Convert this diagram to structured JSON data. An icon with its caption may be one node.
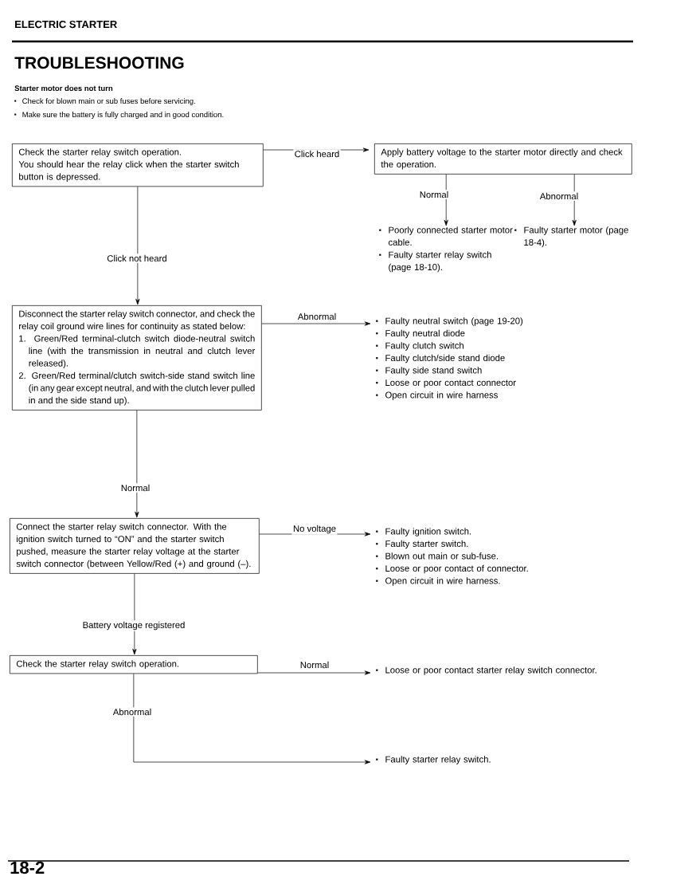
{
  "diagram": {
    "title": "TROUBLESHOOTING",
    "nodes": [
      {
        "text": [
          "Check the starter relay switch operation.",
          "You should hear the relay click when the starter switch button is depressed."
        ]
      },
      {
        "text": [
          "Apply battery voltage to the starter motor directly and check the operation."
        ]
      },
      {
        "text": [
          "Poorly connected starter motor cable.",
          "Faulty starter relay switch (page 18-10)."
        ]
      },
      {
        "text": [
          "Faulty starter motor (page 18-4)."
        ]
      },
      {
        "text": [
          "Disconnect the starter relay switch connector, and check the relay coil ground wire lines for continuity as stated below:",
          "1. Green/Red terminal-clutch switch diode-neutral switch line (with the transmission in neutral and clutch lever released).",
          "2. Green/Red terminal/clutch switch-side stand switch line (in any gear except neutral, and with the clutch lever pulled in and the side stand up)."
        ]
      },
      {
        "text": [
          "Faulty neutral switch (page 19-20)",
          "Faulty neutral diode",
          "Faulty clutch switch",
          "Faulty clutch/side stand diode",
          "Faulty side stand switch",
          "Loose or poor contact connector",
          "Open circuit in wire harness"
        ]
      },
      {
        "text": [
          "Connect the starter relay switch connector. With the ignition switch turned to “ON” and the starter switch pushed, measure the starter relay voltage at the starter switch connector (between Yellow/Red (+) and ground (–)."
        ]
      },
      {
        "text": [
          "Faulty ignition switch.",
          "Faulty starter switch.",
          "Blown out main or sub-fuse.",
          "Loose or poor contact of connector.",
          "Open circuit in wire harness."
        ]
      },
      {
        "text": [
          "Check the starter relay switch operation."
        ]
      },
      {
        "text": [
          "Loose or poor contact starter relay switch connector."
        ]
      },
      {
        "text": [
          "Faulty starter relay switch."
        ]
      }
    ],
    "edges": [
      {
        "from": 0,
        "to": 1,
        "arrow": "to",
        "label": "Click heard"
      },
      {
        "from": 1,
        "to": 2,
        "arrow": "to",
        "label": "Normal"
      },
      {
        "from": 1,
        "to": 3,
        "arrow": "to",
        "label": "Abnormal"
      },
      {
        "from": 0,
        "to": 4,
        "arrow": "to",
        "label": "Click not heard"
      },
      {
        "from": 4,
        "to": 5,
        "arrow": "to",
        "label": "Abnormal"
      },
      {
        "from": 4,
        "to": 6,
        "arrow": "to",
        "label": "Normal"
      },
      {
        "from": 6,
        "to": 7,
        "arrow": "to",
        "label": "No voltage"
      },
      {
        "from": 6,
        "to": 8,
        "arrow": "to",
        "label": "Battery voltage registered"
      },
      {
        "from": 8,
        "to": 9,
        "arrow": "to",
        "label": "Normal"
      },
      {
        "from": 8,
        "to": 10,
        "arrow": "to",
        "label": "Abnormal"
      }
    ],
    "labels": [
      "ELECTRIC STARTER",
      "Starter motor does not turn",
      "Check for blown main or sub fuses before servicing.",
      "Make sure the battery is fully charged and in good condition.",
      "18-2"
    ]
  }
}
